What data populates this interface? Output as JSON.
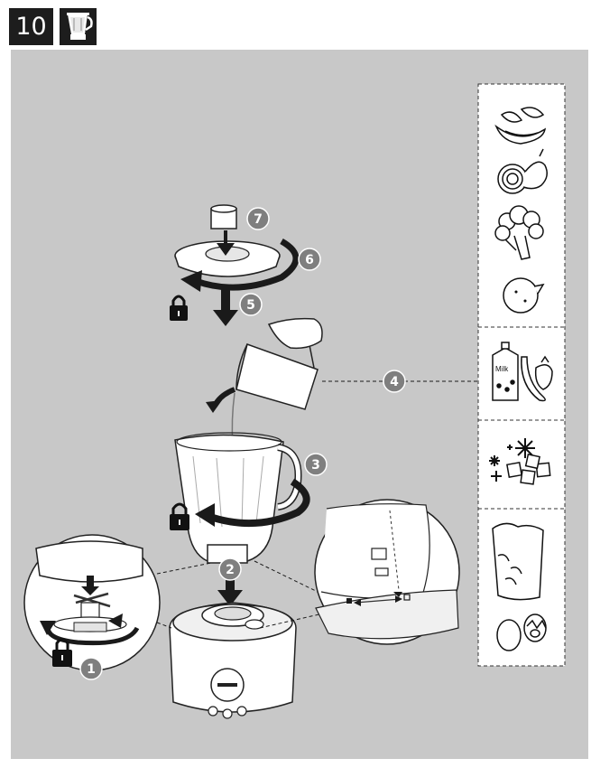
{
  "header": {
    "step_number": "10",
    "icon": "blender-jar-icon"
  },
  "colors": {
    "panel_bg": "#c8c8c8",
    "badge_bg": "#1d1d1d",
    "step_circle": "#7f7f7f",
    "arrow": "#1a1a1a",
    "line": "#1a1a1a"
  },
  "steps": [
    {
      "number": "1",
      "action": "lock-blade-unit"
    },
    {
      "number": "2",
      "action": "place-jar-on-base"
    },
    {
      "number": "3",
      "action": "turn-jar-to-lock"
    },
    {
      "number": "4",
      "action": "add-ingredients"
    },
    {
      "number": "5",
      "action": "place-lid"
    },
    {
      "number": "6",
      "action": "turn-lid-to-lock"
    },
    {
      "number": "7",
      "action": "insert-measuring-cup"
    }
  ],
  "ingredients_panel": {
    "groups": [
      {
        "items": [
          "melon-icon",
          "onion-icon",
          "broccoli-icon",
          "orange-icon"
        ]
      },
      {
        "items": [
          "milk-carton-icon",
          "banana-strawberry-icon"
        ],
        "milk_label": "Milk"
      },
      {
        "items": [
          "ice-cubes-icon",
          "snowflake-icon"
        ]
      },
      {
        "items": [
          "flour-bag-icon",
          "eggs-icon"
        ]
      }
    ]
  },
  "lock_icon": "padlock-icon"
}
